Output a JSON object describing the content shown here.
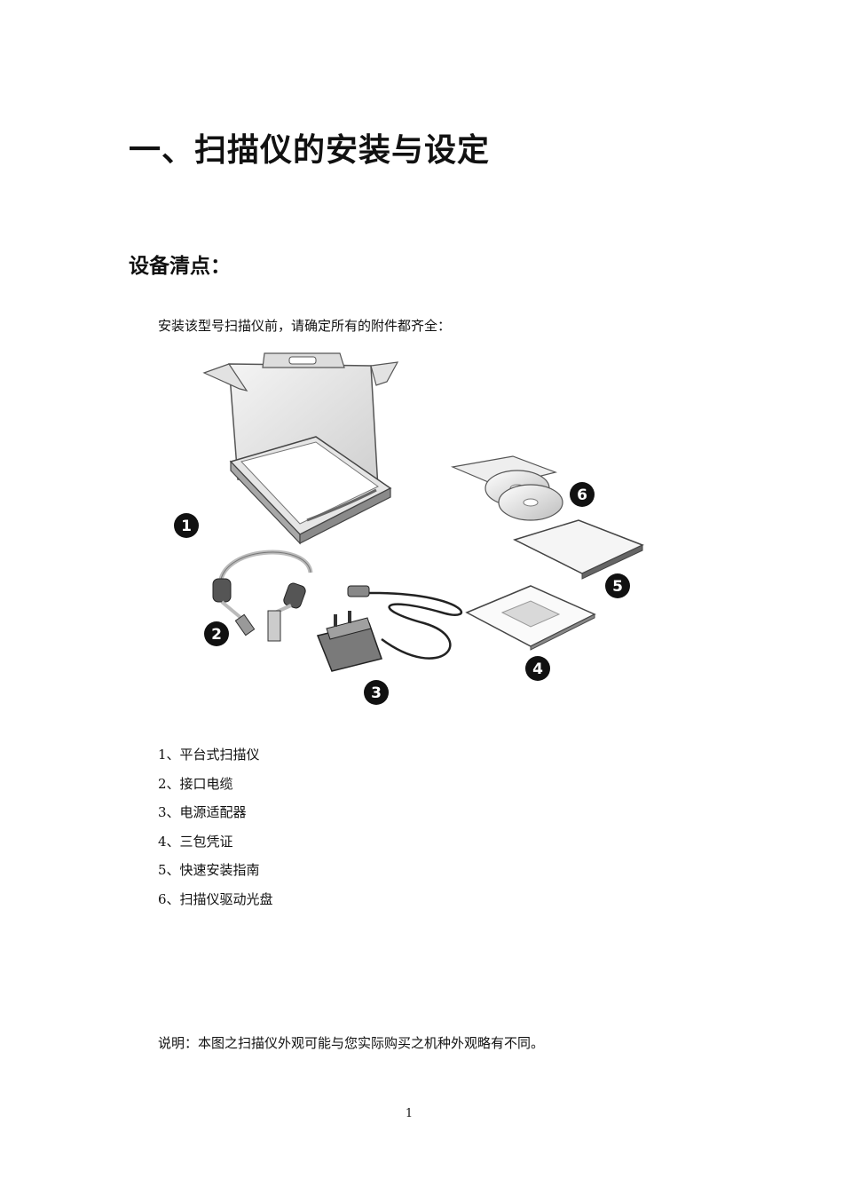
{
  "title": "一、扫描仪的安装与设定",
  "section_title": "设备清点：",
  "intro": "安装该型号扫描仪前，请确定所有的附件都齐全：",
  "figure": {
    "callouts": [
      "1",
      "2",
      "3",
      "4",
      "5",
      "6"
    ]
  },
  "items": [
    "1、平台式扫描仪",
    "2、接口电缆",
    "3、电源适配器",
    "4、三包凭证",
    "5、快速安装指南",
    "6、扫描仪驱动光盘"
  ],
  "note": "说明：本图之扫描仪外观可能与您实际购买之机种外观略有不同。",
  "page_number": "1"
}
